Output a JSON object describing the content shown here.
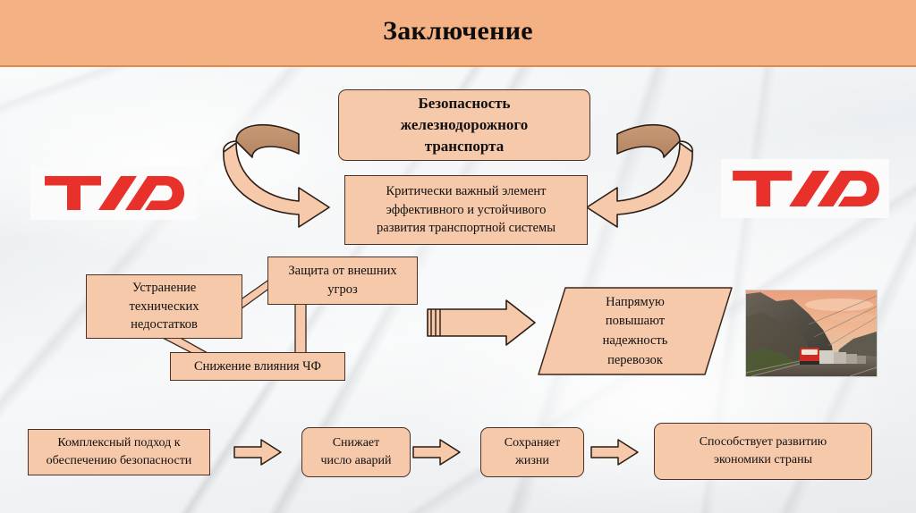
{
  "slide": {
    "title": "Заключение",
    "header_color": "#f4b183",
    "box_fill": "#f6c9ab",
    "box_border": "#4a3228",
    "logo_color": "#e8312a",
    "background": "light-gray-marble"
  },
  "logos": [
    {
      "name": "rzd-logo-left",
      "alt": "РЖД"
    },
    {
      "name": "rzd-logo-right",
      "alt": "РЖД"
    }
  ],
  "top_section": {
    "title_box": "Безопасность железнодорожного транспорта",
    "title_box_lines": [
      "Безопасность",
      "железнодорожного",
      "транспорта"
    ],
    "subtitle_box": "Критически важный элемент эффективного и устойчивого развития транспортной системы",
    "subtitle_box_lines": [
      "Критически важный элемент",
      "эффективного и устойчивого",
      "развития транспортной системы"
    ],
    "arrow_left": "curved-arrow-right",
    "arrow_right": "curved-arrow-left"
  },
  "middle_section": {
    "boxes": [
      {
        "id": "tech",
        "text": "Устранение технических недостатков",
        "lines": [
          "Устранение",
          "технических",
          "недостатков"
        ]
      },
      {
        "id": "threats",
        "text": "Защита от внешних угроз",
        "lines": [
          "Защита от внешних",
          "угроз"
        ]
      },
      {
        "id": "human",
        "text": "Снижение влияния ЧФ",
        "lines": [
          "Снижение влияния ЧФ"
        ]
      }
    ],
    "arrow": "block-arrow-right",
    "result": {
      "text": "Напрямую повышают надежность перевозок",
      "lines": [
        "Напрямую",
        "повышают",
        "надежность",
        "перевозок"
      ]
    },
    "photo_alt": "Грузовой поезд у скалы на закате"
  },
  "bottom_chain": [
    {
      "id": "approach",
      "text": "Комплексный подход к обеспечению безопасности",
      "lines": [
        "Комплексный подход к",
        "обеспечению безопасности"
      ],
      "shape": "rect"
    },
    {
      "id": "accidents",
      "text": "Снижает число аварий",
      "lines": [
        "Снижает",
        "число аварий"
      ],
      "shape": "rounded"
    },
    {
      "id": "lives",
      "text": "Сохраняет жизни",
      "lines": [
        "Сохраняет",
        "жизни"
      ],
      "shape": "rounded"
    },
    {
      "id": "economy",
      "text": "Способствует развитию экономики страны",
      "lines": [
        "Способствует развитию",
        "экономики страны"
      ],
      "shape": "rounded"
    }
  ],
  "bottom_arrows": [
    "block-arrow-right",
    "block-arrow-right",
    "block-arrow-right"
  ]
}
